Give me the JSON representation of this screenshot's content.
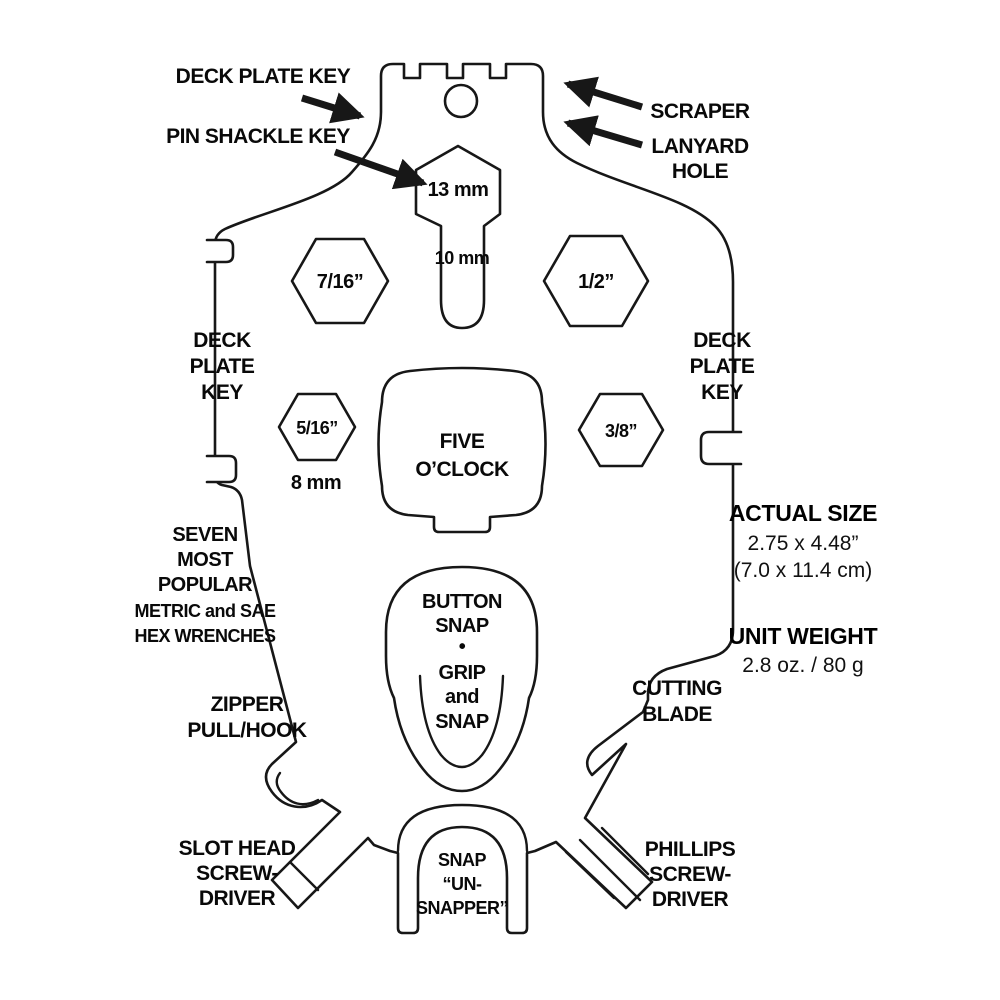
{
  "title": "Five O'Clock marine multi-tool feature diagram",
  "colors": {
    "line": "#171717",
    "background": "#ffffff",
    "text": "#090909"
  },
  "labels": {
    "deck_plate_key_top": "DECK PLATE KEY",
    "pin_shackle_key": "PIN SHACKLE KEY",
    "scraper": "SCRAPER",
    "lanyard_hole": {
      "line1": "LANYARD",
      "line2": "HOLE"
    },
    "mm13": "13 mm",
    "mm10": "10 mm",
    "mm8": "8 mm",
    "hex_7_16": "7/16”",
    "hex_1_2": "1/2”",
    "hex_5_16": "5/16”",
    "hex_3_8": "3/8”",
    "deck_left": {
      "line1": "DECK",
      "line2": "PLATE",
      "line3": "KEY"
    },
    "deck_right": {
      "line1": "DECK",
      "line2": "PLATE",
      "line3": "KEY"
    },
    "five_oclock": {
      "line1": "FIVE",
      "line2": "O’CLOCK"
    },
    "seven": {
      "line1": "SEVEN",
      "line2": "MOST",
      "line3": "POPULAR",
      "line4": "METRIC and SAE",
      "line5": "HEX WRENCHES"
    },
    "zipper": {
      "line1": "ZIPPER",
      "line2": "PULL/HOOK"
    },
    "slot_head": {
      "line1": "SLOT HEAD",
      "line2": "SCREW-",
      "line3": "DRIVER"
    },
    "button_snap": {
      "line1": "BUTTON",
      "line2": "SNAP",
      "line3": "•",
      "line4": "GRIP",
      "line5": "and",
      "line6": "SNAP"
    },
    "cutting_blade": {
      "line1": "CUTTING",
      "line2": "BLADE"
    },
    "snap_unsnapper": {
      "line1": "SNAP",
      "line2": "“UN-",
      "line3": "SNAPPER”"
    },
    "phillips": {
      "line1": "PHILLIPS",
      "line2": "SCREW-",
      "line3": "DRIVER"
    },
    "actual_size": {
      "title": "ACTUAL SIZE",
      "value_in": "2.75 x 4.48”",
      "value_cm": "(7.0 x 11.4 cm)"
    },
    "unit_weight": {
      "title": "UNIT WEIGHT",
      "value": "2.8 oz. / 80 g"
    }
  }
}
